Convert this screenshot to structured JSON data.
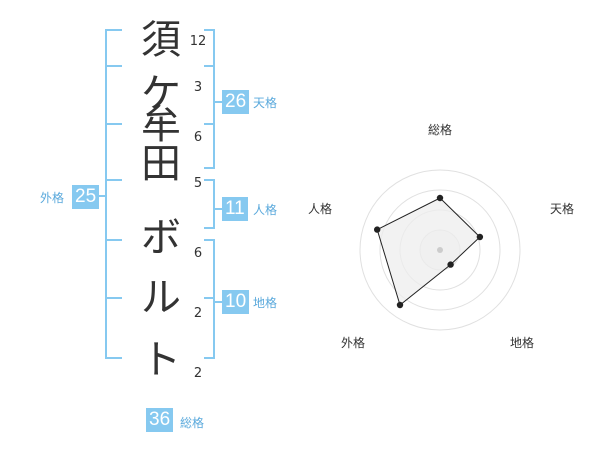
{
  "name": {
    "characters": [
      "須",
      "ケ",
      "牟",
      "田",
      "ボ",
      "ル",
      "ト"
    ],
    "strokes": [
      "12",
      "3",
      "6",
      "5",
      "6",
      "2",
      "2"
    ]
  },
  "fortune": {
    "tenkaku": {
      "value": "26",
      "label": "天格"
    },
    "jinkaku": {
      "value": "11",
      "label": "人格"
    },
    "chikaku": {
      "value": "10",
      "label": "地格"
    },
    "gaikaku": {
      "value": "25",
      "label": "外格"
    },
    "soukaku": {
      "value": "36",
      "label": "総格"
    }
  },
  "radar": {
    "axes": [
      "総格",
      "天格",
      "地格",
      "外格",
      "人格"
    ],
    "levels": 4,
    "values": [
      2.6,
      2.1,
      0.9,
      3.4,
      3.3
    ],
    "colors": {
      "grid": "#e0e0e0",
      "fill": "#eeeeee",
      "line": "#222222",
      "center": "#cccccc"
    }
  },
  "colors": {
    "accent": "#86c9f0",
    "bracket": "#86c9f0"
  }
}
